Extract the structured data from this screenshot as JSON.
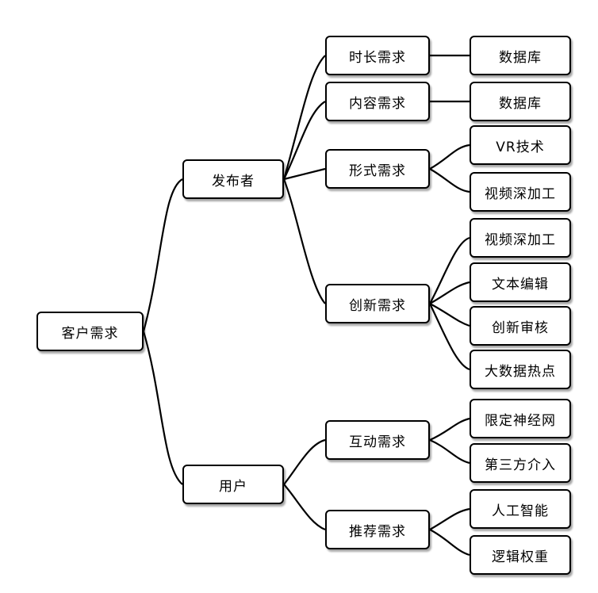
{
  "nodes": {
    "root": "客户需求",
    "publisher": "发布者",
    "user": "用户",
    "duration_req": "时长需求",
    "content_req": "内容需求",
    "format_req": "形式需求",
    "innovation_req": "创新需求",
    "interaction_req": "互动需求",
    "recommend_req": "推荐需求",
    "db1": "数据库",
    "db2": "数据库",
    "vr_tech": "VR技术",
    "video_proc1": "视频深加工",
    "video_proc2": "视频深加工",
    "text_edit": "文本编辑",
    "innov_review": "创新审核",
    "bigdata_hot": "大数据热点",
    "limited_nn": "限定神经网",
    "third_party": "第三方介入",
    "ai": "人工智能",
    "logic_weight": "逻辑权重"
  }
}
